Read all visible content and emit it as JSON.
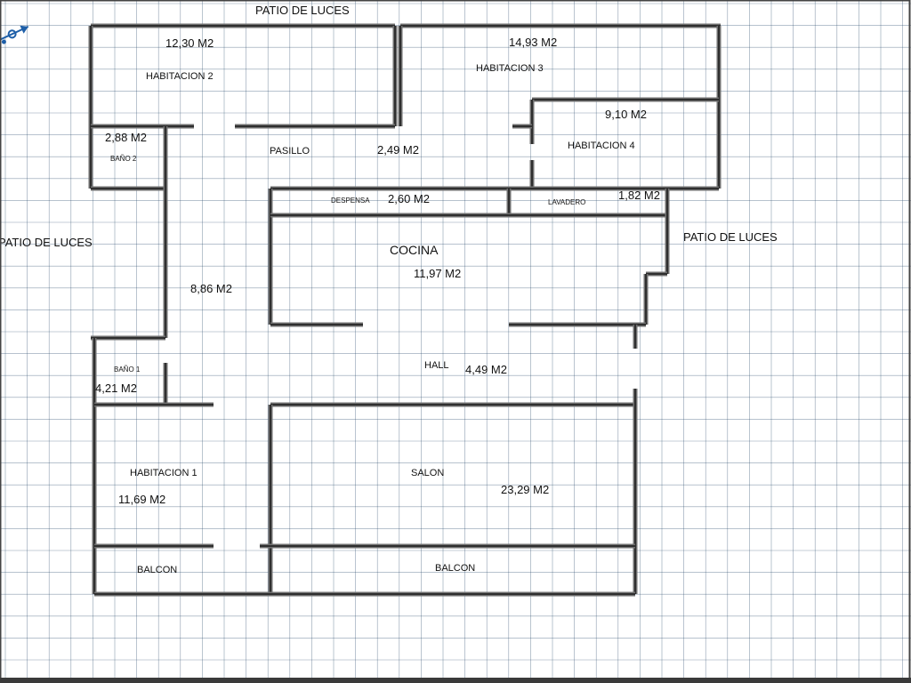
{
  "colors": {
    "grid": "#2f4f6f",
    "background": "#ffffff",
    "wall": "#6f6f6f",
    "frame": "#444444"
  },
  "labels": {
    "patio_top": "PATIO DE LUCES",
    "patio_left": "PATIO DE LUCES",
    "patio_right": "PATIO DE LUCES",
    "habitacion2_area": "12,30 M2",
    "habitacion2_name": "HABITACION 2",
    "habitacion3_area": "14,93 M2",
    "habitacion3_name": "HABITACION 3",
    "habitacion4_area": "9,10 M2",
    "habitacion4_name": "HABITACION 4",
    "bano2_area": "2,88 M2",
    "bano2_name": "BAÑO 2",
    "pasillo_name": "PASILLO",
    "pasillo_area": "2,49 M2",
    "despensa_name": "DESPENSA",
    "despensa_area": "2,60 M2",
    "lavadero_name": "LAVADERO",
    "lavadero_area": "1,82 M2",
    "cocina_name": "COCINA",
    "cocina_area": "11,97 M2",
    "corridor_area": "8,86 M2",
    "hall_name": "HALL",
    "hall_area": "4,49 M2",
    "bano1_name": "BAÑO 1",
    "bano1_area": "4,21 M2",
    "habitacion1_name": "HABITACION 1",
    "habitacion1_area": "11,69 M2",
    "salon_name": "SALON",
    "salon_area": "23,29 M2",
    "balcon1_name": "BALCON",
    "balcon2_name": "BALCON"
  }
}
